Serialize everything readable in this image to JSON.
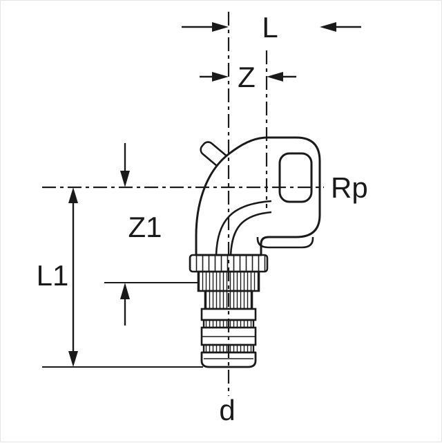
{
  "drawing": {
    "background_color": "#ffffff",
    "line_color": "#1a1a1a",
    "type": "technical-dimension-drawing",
    "labels": {
      "l": "L",
      "z": "Z",
      "z1": "Z1",
      "l1": "L1",
      "rp": "Rp",
      "d": "d"
    }
  }
}
